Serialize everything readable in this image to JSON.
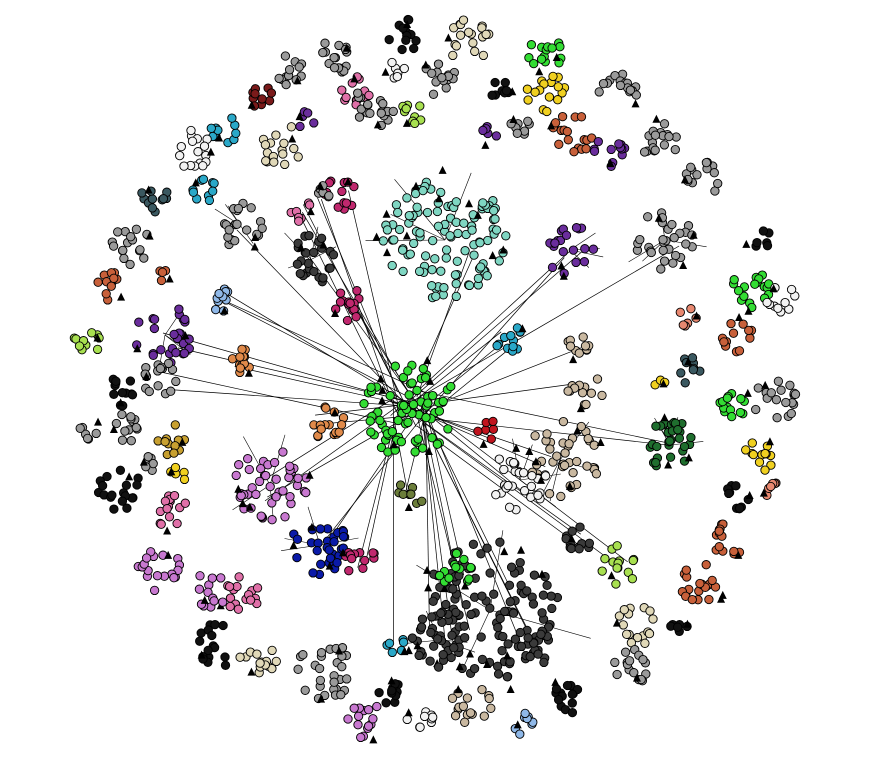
{
  "diagram": {
    "type": "network-graph",
    "background": "#ffffff",
    "edge_color": "#000000",
    "node_outline": "#000000",
    "hub": {
      "color": "#33dd33"
    },
    "clusters": [
      {
        "name": "hub-green",
        "color": "#33dd33",
        "tier": "core"
      },
      {
        "name": "teal",
        "color": "#7fd6c2",
        "tier": "inner"
      },
      {
        "name": "dark-gray",
        "color": "#3a3a3a",
        "tier": "inner"
      },
      {
        "name": "pink-violet",
        "color": "#c878d0",
        "tier": "inner"
      },
      {
        "name": "navy-blue",
        "color": "#0a1aa8",
        "tier": "inner"
      },
      {
        "name": "olive-green",
        "color": "#6b7d3a",
        "tier": "inner"
      },
      {
        "name": "red",
        "color": "#c0141e",
        "tier": "inner"
      },
      {
        "name": "tan",
        "color": "#c9b8a0",
        "tier": "inner"
      },
      {
        "name": "white",
        "color": "#f2f2f2",
        "tier": "inner"
      },
      {
        "name": "dark-green",
        "color": "#1f6e2e",
        "tier": "inner"
      },
      {
        "name": "purple",
        "color": "#6a2d9c",
        "tier": "inner"
      },
      {
        "name": "light-blue",
        "color": "#8fb8e8",
        "tier": "inner"
      },
      {
        "name": "cyan",
        "color": "#2aa8c8",
        "tier": "inner"
      },
      {
        "name": "orange",
        "color": "#e08a4a",
        "tier": "inner"
      },
      {
        "name": "magenta",
        "color": "#c0286e",
        "tier": "inner"
      },
      {
        "name": "gray",
        "color": "#9a9a9a",
        "tier": "outer"
      },
      {
        "name": "lime",
        "color": "#a8e050",
        "tier": "outer"
      },
      {
        "name": "yellow",
        "color": "#f0d020",
        "tier": "outer"
      },
      {
        "name": "maroon",
        "color": "#7a1a1a",
        "tier": "outer"
      },
      {
        "name": "rust",
        "color": "#c8603a",
        "tier": "outer"
      },
      {
        "name": "salmon",
        "color": "#e88870",
        "tier": "outer"
      },
      {
        "name": "beige",
        "color": "#e0d8b8",
        "tier": "outer"
      },
      {
        "name": "black",
        "color": "#111111",
        "tier": "outer"
      },
      {
        "name": "slate",
        "color": "#3a5860",
        "tier": "outer"
      },
      {
        "name": "gold",
        "color": "#c8a030",
        "tier": "outer"
      },
      {
        "name": "pink",
        "color": "#e070a8",
        "tier": "outer"
      }
    ]
  }
}
